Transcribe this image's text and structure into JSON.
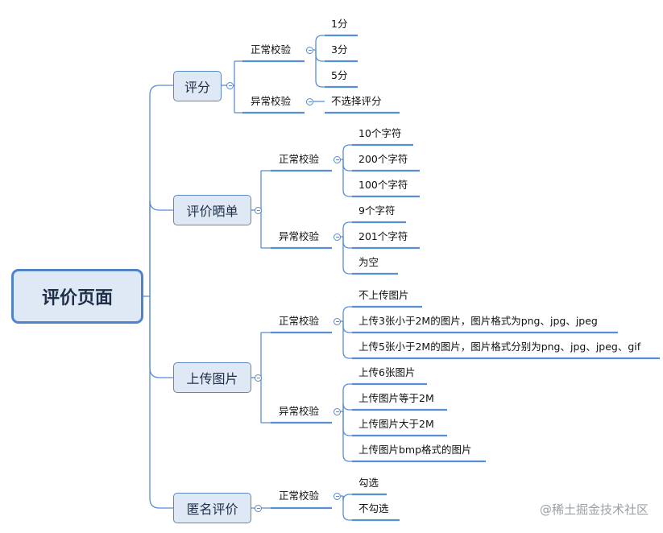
{
  "root": {
    "label": "评价页面"
  },
  "branches": [
    {
      "label": "评分",
      "groups": [
        {
          "label": "正常校验",
          "items": [
            "1分",
            "3分",
            "5分"
          ]
        },
        {
          "label": "异常校验",
          "items": [
            "不选择评分"
          ]
        }
      ]
    },
    {
      "label": "评价晒单",
      "groups": [
        {
          "label": "正常校验",
          "items": [
            "10个字符",
            "200个字符",
            "100个字符"
          ]
        },
        {
          "label": "异常校验",
          "items": [
            "9个字符",
            "201个字符",
            "为空"
          ]
        }
      ]
    },
    {
      "label": "上传图片",
      "groups": [
        {
          "label": "正常校验",
          "items": [
            "不上传图片",
            "上传3张小于2M的图片，图片格式为png、jpg、jpeg",
            "上传5张小于2M的图片，图片格式分别为png、jpg、jpeg、gif"
          ]
        },
        {
          "label": "异常校验",
          "items": [
            "上传6张图片",
            "上传图片等于2M",
            "上传图片大于2M",
            "上传图片bmp格式的图片"
          ]
        }
      ]
    },
    {
      "label": "匿名评价",
      "groups": [
        {
          "label": "正常校验",
          "items": [
            "勾选",
            "不勾选"
          ]
        }
      ]
    }
  ],
  "watermark": "@稀土掘金技术社区",
  "colors": {
    "line": "#5b8dd1",
    "node_fill": "#dfe8f5",
    "node_border": "#5a88c4"
  }
}
